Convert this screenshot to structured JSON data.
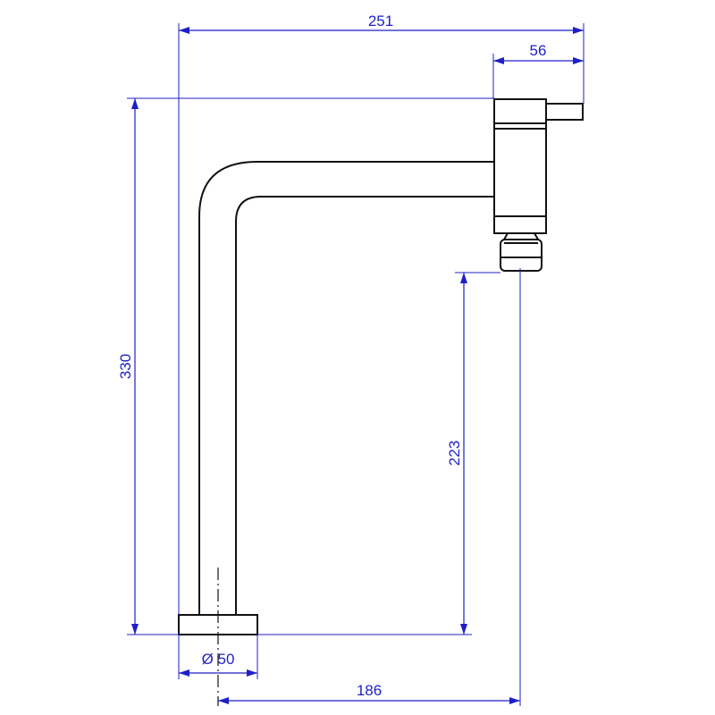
{
  "dimensions": {
    "overall_width": "251",
    "lever_offset": "56",
    "overall_height": "330",
    "spout_height": "223",
    "base_diameter": "Ø 50",
    "spout_reach": "186"
  }
}
